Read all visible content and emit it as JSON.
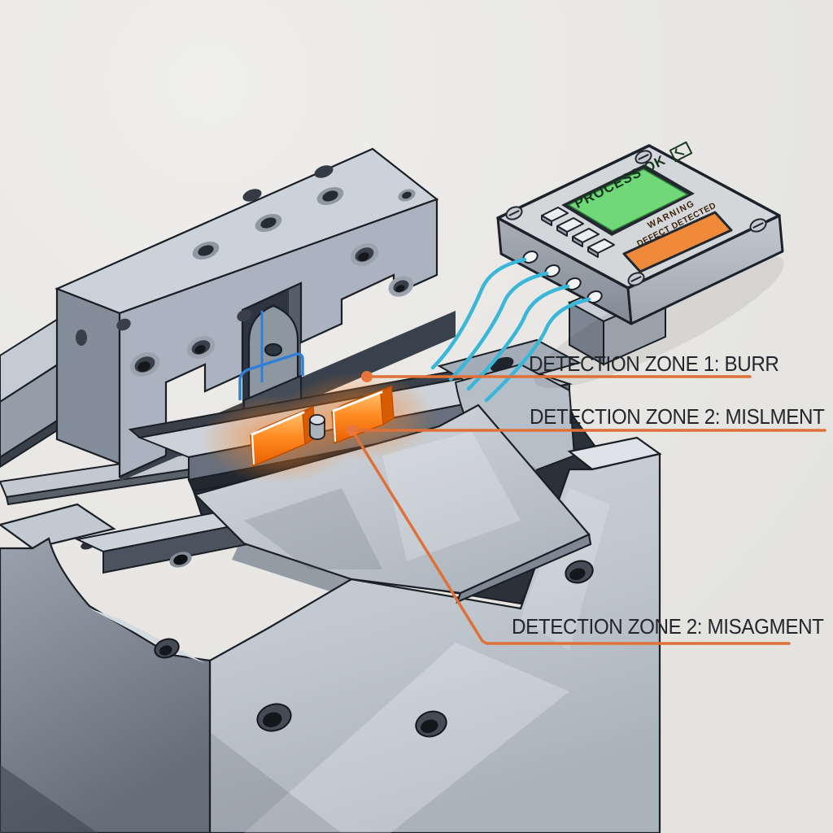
{
  "scene": {
    "background_color": "#e7e6e3",
    "outline_color": "#1a1f26",
    "metal_light": "#ccd2d9",
    "metal_mid": "#a9b2bd",
    "metal_dark": "#7a8490",
    "shadow_dark": "#2b313a"
  },
  "labels": {
    "underline_color": "#df7038",
    "zone1": {
      "text": "DETECTION ZONE 1: BURR"
    },
    "zone2": {
      "text": "DETECTION ZONE 2: MISLMENT"
    },
    "zone3": {
      "text": "DETECTION ZONE 2: MISAGMENT"
    }
  },
  "panel": {
    "screen_text": "PROCESS OK",
    "screen_color": "#70d878",
    "warning": {
      "line1": "WARNING",
      "line2": "DEFECT DETECTED",
      "color": "#ef8a3a"
    },
    "button_count": "4"
  },
  "machine": {
    "detection_zone_color": "#ff7a17",
    "cable_color": "#3ab7d8",
    "accent_blue": "#2f7fd6"
  }
}
